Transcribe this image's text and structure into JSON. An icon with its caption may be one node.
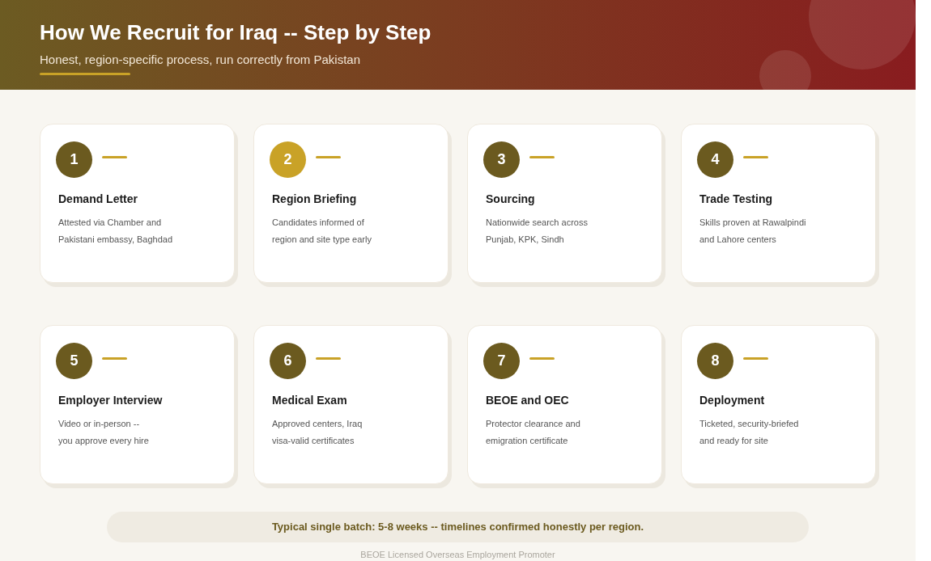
{
  "diagram": {
    "title": "How We Recruit for Iraq -- Step by Step",
    "nodes": [
      {
        "text": [
          "Demand Letter",
          "Attested via Chamber and Pakistani embassy, Baghdad"
        ]
      },
      {
        "text": [
          "1"
        ],
        "in": 0
      },
      {
        "text": [
          "Region Briefing",
          "Candidates informed of region and site type early"
        ]
      },
      {
        "text": [
          "2"
        ],
        "in": 2
      },
      {
        "text": [
          "Sourcing",
          "Nationwide search across Punjab, KPK, Sindh"
        ]
      },
      {
        "text": [
          "3"
        ],
        "in": 4
      },
      {
        "text": [
          "Trade Testing",
          "Skills proven at Rawalpindi and Lahore centers"
        ]
      },
      {
        "text": [
          "4"
        ],
        "in": 6
      },
      {
        "text": [
          "Employer Interview",
          "Video or in-person -- you approve every hire"
        ]
      },
      {
        "text": [
          "5"
        ],
        "in": 8
      },
      {
        "text": [
          "Medical Exam",
          "Approved centers, Iraq visa-valid certificates"
        ]
      },
      {
        "text": [
          "6"
        ],
        "in": 10
      },
      {
        "text": [
          "BEOE and OEC",
          "Protector clearance and emigration certificate"
        ]
      },
      {
        "text": [
          "7"
        ],
        "in": 12
      },
      {
        "text": [
          "Deployment",
          "Ticketed, security-briefed and ready for site"
        ]
      },
      {
        "text": [
          "8"
        ],
        "in": 14
      },
      {
        "text": [
          "Typical single batch: 5-8 weeks -- timelines confirmed honestly per region."
        ]
      }
    ],
    "labels": [
      "Honest, region-specific process, run correctly from Pakistan",
      "BEOE Licensed Overseas Employment Promoter"
    ]
  }
}
